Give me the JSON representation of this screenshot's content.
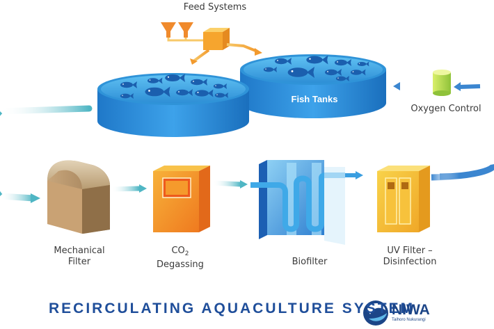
{
  "labels": {
    "feed_systems": "Feed Systems",
    "fish_tanks": "Fish Tanks",
    "oxygen_control": "Oxygen Control",
    "mechanical_filter": [
      "Mechanical",
      "Filter"
    ],
    "co2_main": "CO",
    "co2_sub": "2",
    "degassing": "Degassing",
    "biofilter": "Biofilter",
    "uv_filter": [
      "UV Filter –",
      "Disinfection"
    ]
  },
  "title": "RECIRCULATING AQUACULTURE SYSTEM",
  "logo": {
    "name": "NIWA",
    "tagline": "Taihoro Nukurangi"
  },
  "colors": {
    "water": "#2f93d8",
    "flow": "#3d8fd6",
    "title": "#1f4e9a",
    "feed": "#f4a23a",
    "oxygen": "#b6d94a"
  },
  "icons": [
    "fish-icon",
    "feed-funnel-icon",
    "oxygen-canister-icon",
    "niwa-logo-icon"
  ]
}
